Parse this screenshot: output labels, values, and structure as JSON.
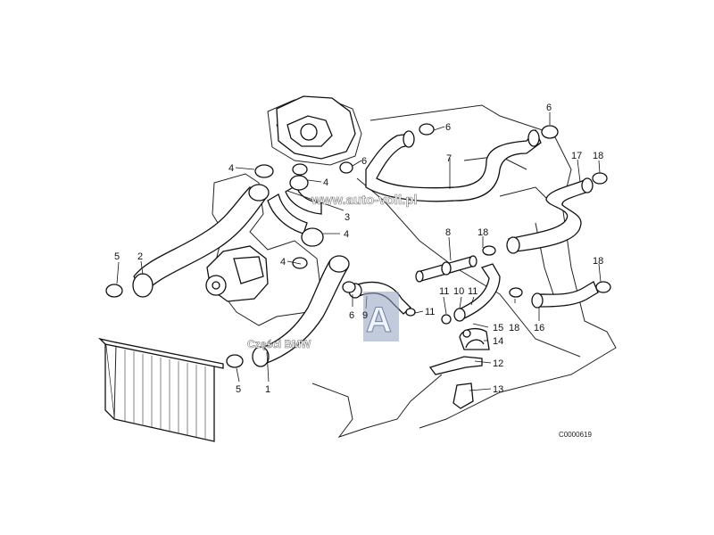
{
  "diagram": {
    "code": "C0000619",
    "callouts": [
      {
        "id": "c1",
        "text": "1"
      },
      {
        "id": "c2",
        "text": "2"
      },
      {
        "id": "c3",
        "text": "3"
      },
      {
        "id": "c4a",
        "text": "4"
      },
      {
        "id": "c4b",
        "text": "4"
      },
      {
        "id": "c4c",
        "text": "4"
      },
      {
        "id": "c4d",
        "text": "4"
      },
      {
        "id": "c5a",
        "text": "5"
      },
      {
        "id": "c5b",
        "text": "5"
      },
      {
        "id": "c6a",
        "text": "6"
      },
      {
        "id": "c6b",
        "text": "6"
      },
      {
        "id": "c6c",
        "text": "6"
      },
      {
        "id": "c6d",
        "text": "6"
      },
      {
        "id": "c7",
        "text": "7"
      },
      {
        "id": "c8",
        "text": "8"
      },
      {
        "id": "c9",
        "text": "9"
      },
      {
        "id": "c10",
        "text": "10"
      },
      {
        "id": "c11a",
        "text": "11"
      },
      {
        "id": "c11b",
        "text": "11"
      },
      {
        "id": "c11c",
        "text": "11"
      },
      {
        "id": "c12",
        "text": "12"
      },
      {
        "id": "c13",
        "text": "13"
      },
      {
        "id": "c14",
        "text": "14"
      },
      {
        "id": "c15",
        "text": "15"
      },
      {
        "id": "c16",
        "text": "16"
      },
      {
        "id": "c17",
        "text": "17"
      },
      {
        "id": "c18a",
        "text": "18"
      },
      {
        "id": "c18b",
        "text": "18"
      },
      {
        "id": "c18c",
        "text": "18"
      },
      {
        "id": "c18d",
        "text": "18"
      }
    ]
  },
  "watermark": {
    "site": "www.auto-voll.pl",
    "label": "Części BMW"
  }
}
